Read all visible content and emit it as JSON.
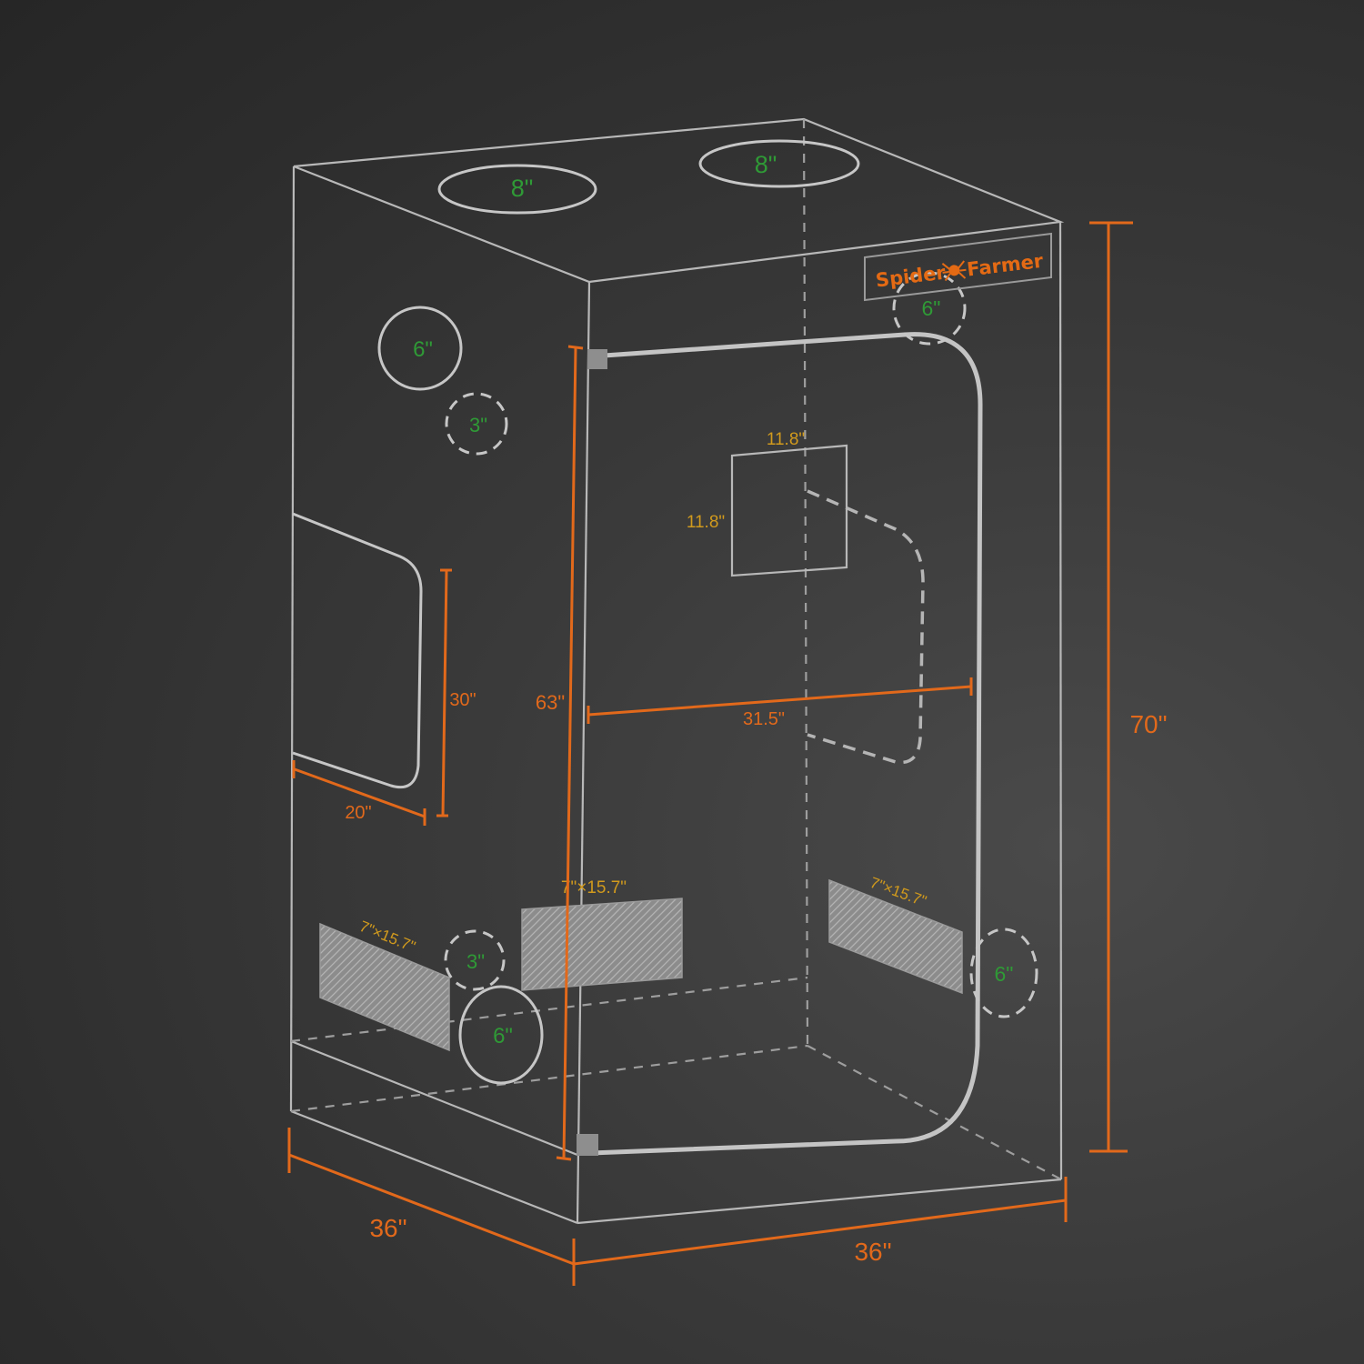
{
  "brand": {
    "logo_left": "Spider",
    "logo_right": "Farmer",
    "logo_icon": "spider-icon",
    "color": "#e46a14"
  },
  "colors": {
    "dimension": "#e2691b",
    "port_label": "#2f9a36",
    "window_label": "#d19a1d",
    "frame": "#b8b8b8"
  },
  "dimensions": {
    "height": "70\"",
    "width": "36\"",
    "depth": "36\"",
    "door_height": "63\"",
    "door_width": "31.5\"",
    "side_window_height": "30\"",
    "side_window_width": "20\""
  },
  "ports": {
    "top_left": "8\"",
    "top_right": "8\"",
    "side_upper_large": "6\"",
    "side_upper_small": "3\"",
    "side_lower_small": "3\"",
    "side_lower_large": "6\"",
    "front_top": "6\"",
    "front_right": "6\""
  },
  "windows": {
    "top_width": "11.8\"",
    "top_height": "11.8\""
  },
  "vents": {
    "side": "7\"×15.7\"",
    "front_left": "7\"×15.7\"",
    "front_right": "7\"×15.7\""
  }
}
